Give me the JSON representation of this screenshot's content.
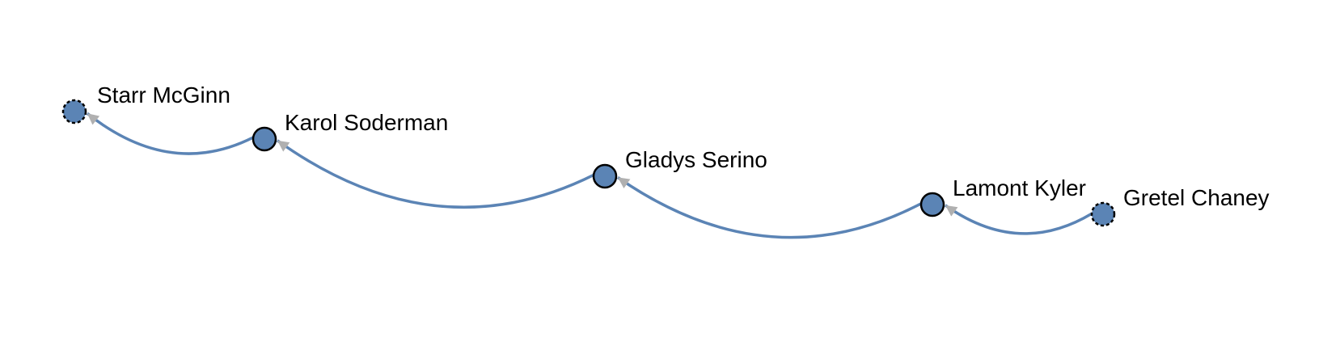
{
  "colors": {
    "node_fill": "#5b84b5",
    "edge": "#5b84b5",
    "arrowhead": "#b0b0b0",
    "node_stroke": "#000000",
    "background": "#ffffff"
  },
  "nodes": [
    {
      "id": "starr",
      "label": "Starr McGinn",
      "style": "dashed"
    },
    {
      "id": "karol",
      "label": "Karol Soderman",
      "style": "solid"
    },
    {
      "id": "gladys",
      "label": "Gladys Serino",
      "style": "solid"
    },
    {
      "id": "lamont",
      "label": "Lamont Kyler",
      "style": "solid"
    },
    {
      "id": "gretel",
      "label": "Gretel Chaney",
      "style": "dashed"
    }
  ],
  "edges": [
    {
      "from": "karol",
      "to": "starr"
    },
    {
      "from": "gladys",
      "to": "karol"
    },
    {
      "from": "lamont",
      "to": "gladys"
    },
    {
      "from": "gretel",
      "to": "lamont"
    }
  ]
}
